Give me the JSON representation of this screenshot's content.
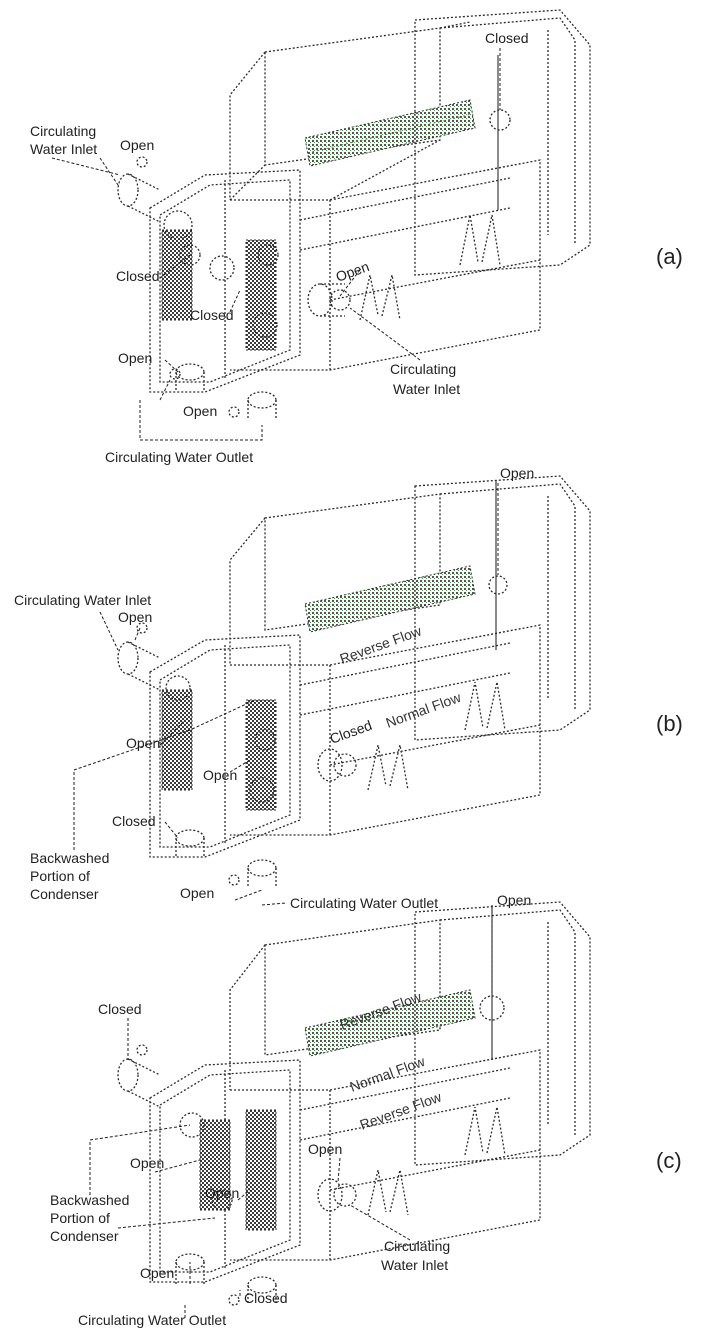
{
  "panels": [
    {
      "id": "a",
      "label": "(a)",
      "callouts": {
        "inlet_left": [
          "Circulating",
          "Water Inlet"
        ],
        "open_top_left": "Open",
        "closed_top_right": "Closed",
        "closed_left": "Closed",
        "closed_center": "Closed",
        "open_right": "Open",
        "inlet_right": [
          "Circulating",
          "Water Inlet"
        ],
        "open_bottom_left": "Open",
        "open_bottom_center": "Open",
        "outlet": "Circulating Water Outlet"
      }
    },
    {
      "id": "b",
      "label": "(b)",
      "callouts": {
        "inlet": "Circulating Water Inlet",
        "open_top_left": "Open",
        "open_top_right": "Open",
        "reverse_flow": "Reverse Flow",
        "normal_flow": "Normal Flow",
        "closed_center": "Closed",
        "open_left": "Open",
        "open_center": "Open",
        "closed_left": "Closed",
        "backwashed": [
          "Backwashed",
          "Portion of",
          "Condenser"
        ],
        "open_bottom": "Open",
        "outlet": "Circulating Water Outlet"
      }
    },
    {
      "id": "c",
      "label": "(c)",
      "callouts": {
        "open_top_right": "Open",
        "closed_top_left": "Closed",
        "reverse_flow_top": "Reverse Flow",
        "normal_flow": "Normal Flow",
        "reverse_flow": "Reverse Flow",
        "open_left": "Open",
        "open_center": "Open",
        "open_right": "Open",
        "backwashed": [
          "Backwashed",
          "Portion of",
          "Condenser"
        ],
        "open_bottom": "Open",
        "inlet": [
          "Circulating",
          "Water Inlet"
        ],
        "closed_bottom": "Closed",
        "outlet": "Circulating Water Outlet"
      }
    }
  ]
}
